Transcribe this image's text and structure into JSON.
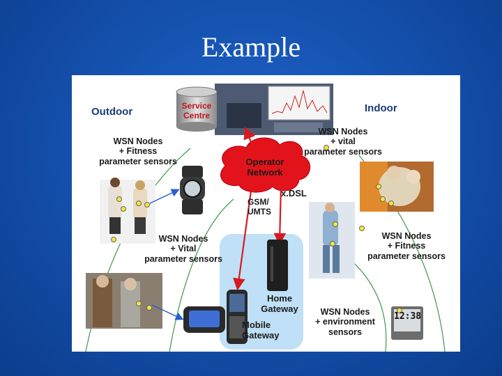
{
  "slide": {
    "title": "Example"
  },
  "diagram": {
    "outdoor_label": "Outdoor",
    "indoor_label": "Indoor",
    "service_centre": "Service\nCentre",
    "operator_network": "Operator\nNetwork",
    "xdsl": "x.DSL",
    "gsm_umts": "GSM/\nUMTS",
    "home_gateway": "Home\nGateway",
    "mobile_gateway": "Mobile\nGateway",
    "wsn_fitness_outdoor": "WSN Nodes\n+ Fitness\nparameter sensors",
    "wsn_vital_outdoor": "WSN Nodes\n+ Vital\nparameter sensors",
    "wsn_vital_indoor": "WSN Nodes\n+ vital\nparameter sensors",
    "wsn_fitness_indoor": "WSN Nodes\n+ Fitness\nparameter sensors",
    "wsn_environment": "WSN Nodes\n+ environment\nsensors",
    "clock_display": "12:38",
    "colors": {
      "arrow": "#d71920",
      "cloud": "#e3131b",
      "link_blue": "#2a5fd0",
      "header_text": "#1a3a78",
      "gateway_zone": "#bfe0f6"
    }
  }
}
